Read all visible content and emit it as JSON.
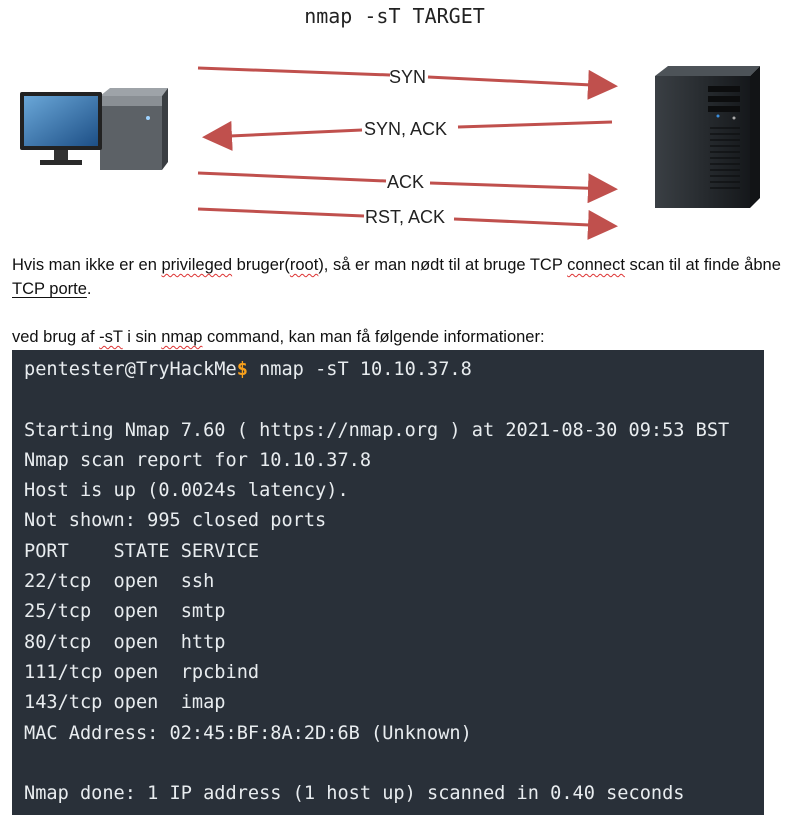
{
  "diagram": {
    "title": "nmap -sT TARGET",
    "client_icon": "desktop-computer-icon",
    "server_icon": "server-tower-icon",
    "arrow_color": "#c0504d",
    "arrows": [
      {
        "label": "SYN",
        "direction": "right"
      },
      {
        "label": "SYN, ACK",
        "direction": "left"
      },
      {
        "label": "ACK",
        "direction": "right"
      },
      {
        "label": "RST, ACK",
        "direction": "right"
      }
    ]
  },
  "paragraph1": {
    "part1": "Hvis man ikke er en ",
    "word_privileged": "privileged",
    "part2": " bruger(",
    "word_root": "root",
    "part3": "), så er man nødt til at bruge TCP ",
    "word_connect": "connect",
    "part4": " scan til at finde åbne ",
    "word_tcp_porte": "TCP porte",
    "part5": "."
  },
  "paragraph2": {
    "part1": "ved brug af ",
    "word_st": "-sT",
    "part2": " i sin ",
    "word_nmap": "nmap",
    "part3": " command, kan man få følgende informationer:"
  },
  "terminal": {
    "background": "#293039",
    "prompt_user": "pentester@TryHackMe",
    "prompt_symbol": "$",
    "command": " nmap -sT 10.10.37.8",
    "lines": [
      "",
      "Starting Nmap 7.60 ( https://nmap.org ) at 2021-08-30 09:53 BST",
      "Nmap scan report for 10.10.37.8",
      "Host is up (0.0024s latency).",
      "Not shown: 995 closed ports",
      "PORT    STATE SERVICE",
      "22/tcp  open  ssh",
      "25/tcp  open  smtp",
      "80/tcp  open  http",
      "111/tcp open  rpcbind",
      "143/tcp open  imap",
      "MAC Address: 02:45:BF:8A:2D:6B (Unknown)",
      "",
      "Nmap done: 1 IP address (1 host up) scanned in 0.40 seconds"
    ]
  }
}
